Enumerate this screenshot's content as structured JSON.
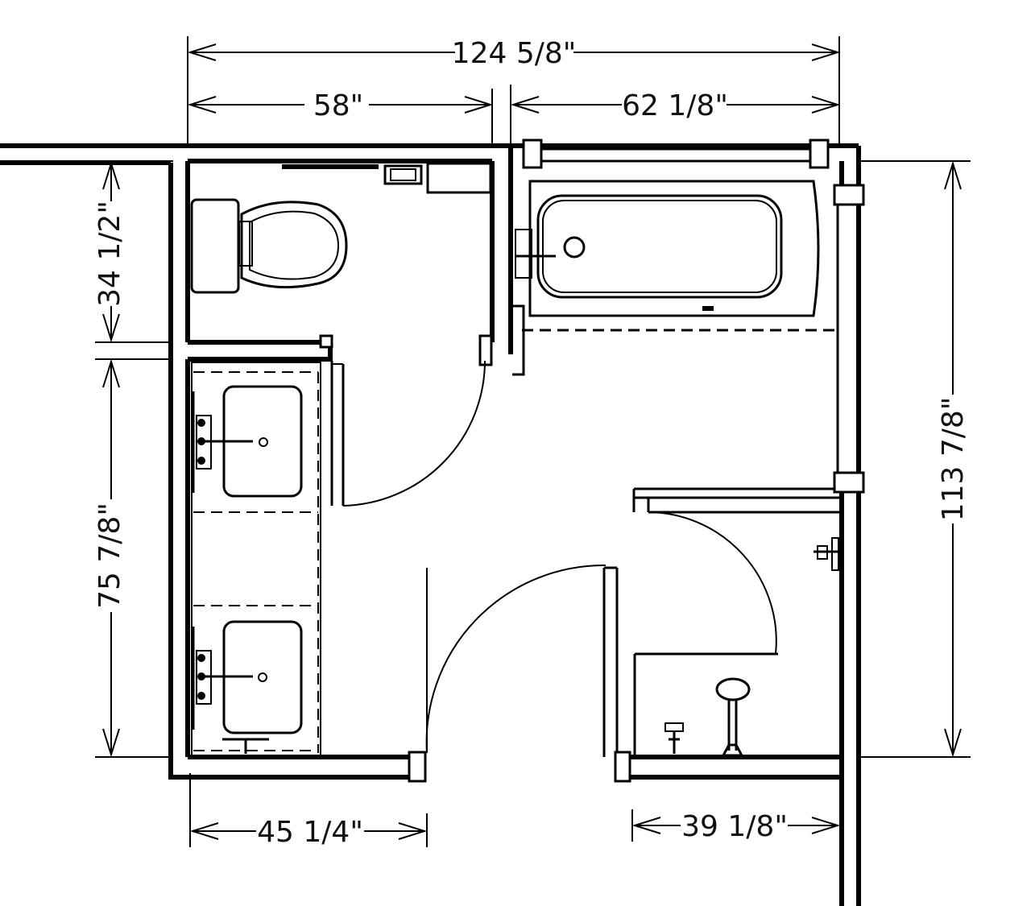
{
  "dimensions": {
    "overall_width": "124 5/8\"",
    "left_width": "58\"",
    "right_width": "62 1/8\"",
    "toilet_depth": "34 1/2\"",
    "vanity_length": "75 7/8\"",
    "overall_height": "113 7/8\"",
    "bottom_left": "45 1/4\"",
    "bottom_right": "39 1/8\""
  }
}
